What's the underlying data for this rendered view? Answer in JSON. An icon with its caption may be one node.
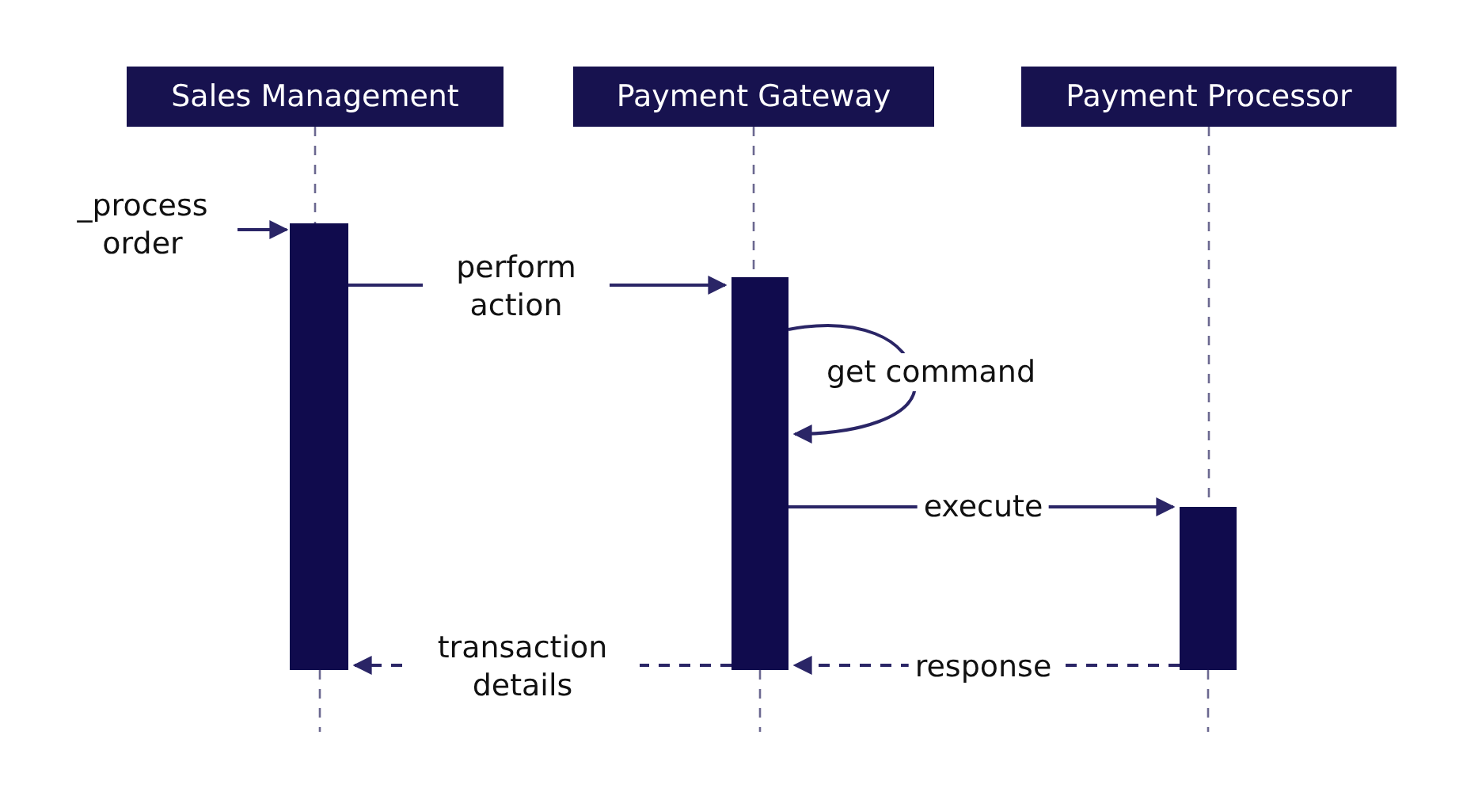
{
  "diagram": {
    "nodes": [
      {
        "text": [
          "Sales Management"
        ]
      },
      {
        "text": [
          "Payment Gateway"
        ]
      },
      {
        "text": [
          "Payment Processor"
        ]
      },
      {
        "text": [],
        "shape": "bar"
      },
      {
        "text": [],
        "shape": "bar"
      },
      {
        "text": [],
        "shape": "bar"
      }
    ],
    "edges": [
      {
        "from": 0,
        "to": 3,
        "arrow": "none",
        "style": "dashed"
      },
      {
        "from": 1,
        "to": 4,
        "arrow": "none",
        "style": "dashed"
      },
      {
        "from": 2,
        "to": 5,
        "arrow": "none",
        "style": "dashed"
      },
      {
        "from": null,
        "to": 3,
        "arrow": "to",
        "label": "_process order"
      },
      {
        "from": 3,
        "to": 4,
        "arrow": "to",
        "label": "perform action"
      },
      {
        "from": 4,
        "to": 4,
        "arrow": "to",
        "label": "get command"
      },
      {
        "from": 4,
        "to": 5,
        "arrow": "to",
        "label": "execute"
      },
      {
        "from": 5,
        "to": 4,
        "arrow": "to",
        "label": "response",
        "style": "dashed"
      },
      {
        "from": 4,
        "to": 3,
        "arrow": "to",
        "label": "transaction details",
        "style": "dashed"
      }
    ]
  }
}
